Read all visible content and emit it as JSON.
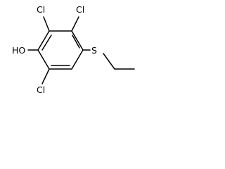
{
  "molecule": {
    "atoms": {
      "cl_top_left": "Cl",
      "cl_top_right": "Cl",
      "cl_bottom": "Cl",
      "hydroxyl": "HO",
      "sulfur": "S"
    },
    "line_color": "#000000",
    "background": "#ffffff"
  }
}
